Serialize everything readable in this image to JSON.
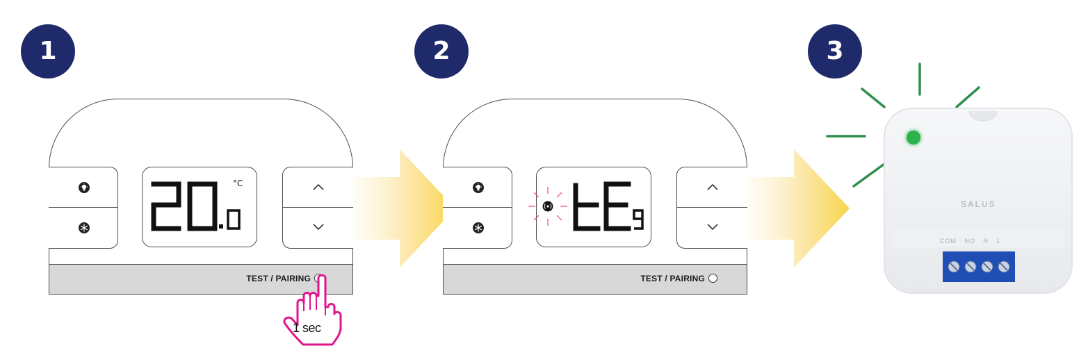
{
  "steps": [
    {
      "number": "1"
    },
    {
      "number": "2"
    },
    {
      "number": "3"
    }
  ],
  "thermostat_1": {
    "temperature_main": "20",
    "temperature_decimal": "0",
    "unit": "°C",
    "pairing_label": "TEST / PAIRING"
  },
  "thermostat_2": {
    "code_main": "tE",
    "code_suffix": "9",
    "pairing_label": "TEST / PAIRING"
  },
  "press_hint": "1 sec",
  "relay": {
    "brand": "SALUS",
    "terminals": "COM NO N L",
    "led_color": "#2bb24c"
  },
  "colors": {
    "badge": "#1f2a6b",
    "arrow": "#f8d44a",
    "hand": "#e0158a",
    "signal_flash": "#ee3b6a",
    "led_rays": "#2f8f4a",
    "terminal_block": "#1f4fb5"
  },
  "icons": [
    "light-bulb-icon",
    "snowflake-icon",
    "chevron-up-icon",
    "chevron-down-icon",
    "wireless-signal-icon",
    "hand-pointer-icon",
    "arrow-right-icon"
  ]
}
